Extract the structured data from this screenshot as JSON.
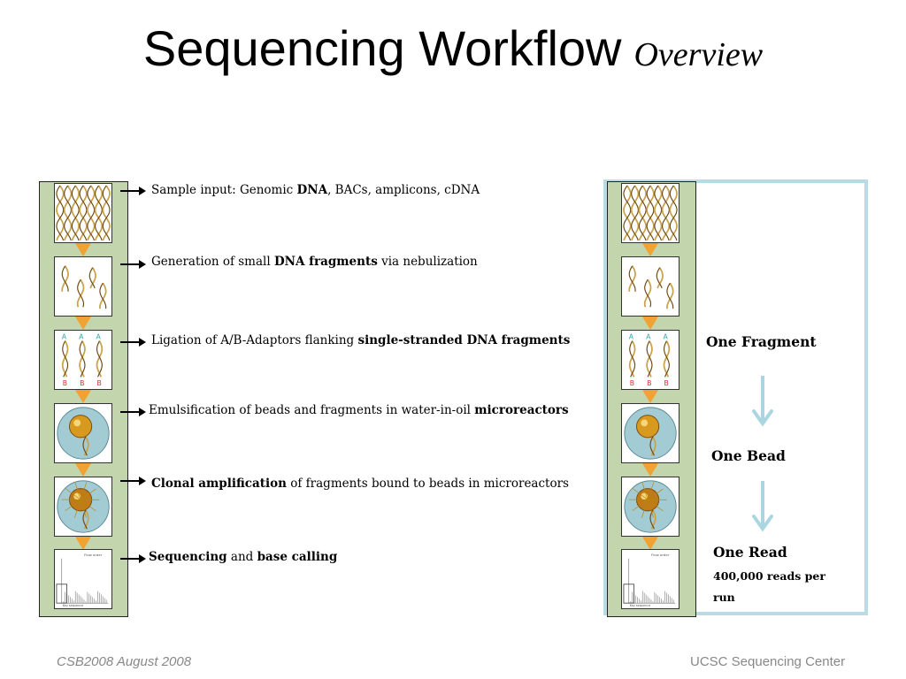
{
  "title": {
    "main": "Sequencing Workflow",
    "sub": "Overview"
  },
  "steps": [
    {
      "pre": "Sample input: Genomic ",
      "bold": "DNA",
      "post": ", BACs, amplicons, cDNA"
    },
    {
      "pre": "Generation of small ",
      "bold": "DNA fragments",
      "post": " via nebulization"
    },
    {
      "pre": "Ligation of A/B-Adaptors flanking ",
      "bold": "single-stranded DNA fragments",
      "post": ""
    },
    {
      "pre": "Emulsification of beads and fragments in water-in-oil  ",
      "bold": "microreactors",
      "post": ""
    },
    {
      "pre": "",
      "bold": "Clonal amplification",
      "post": " of fragments bound to beads in microreactors"
    },
    {
      "pre": "",
      "bold": "Sequencing",
      "post": " and ",
      "bold2": "base calling"
    }
  ],
  "thumbnails": [
    {
      "name": "genomic-dna-image"
    },
    {
      "name": "dna-fragments-image"
    },
    {
      "name": "adaptor-ligation-image",
      "labels": [
        "A",
        "A",
        "A",
        "B",
        "B",
        "B"
      ]
    },
    {
      "name": "emulsion-bead-image"
    },
    {
      "name": "amplified-bead-image"
    },
    {
      "name": "flowgram-image",
      "text": [
        "Flow order",
        "Key sequence"
      ]
    }
  ],
  "right_panel": {
    "fragment": "One Fragment",
    "bead": "One Bead",
    "read": "One Read",
    "reads_note": "400,000 reads per run"
  },
  "colors": {
    "column_bg": "#c3d5ad",
    "arrow_orange": "#f0a233",
    "panel_border": "#b9dbe4",
    "down_arrow": "#a9d6e0"
  },
  "footer": {
    "left": "CSB2008  August 2008",
    "right": "UCSC Sequencing Center"
  }
}
